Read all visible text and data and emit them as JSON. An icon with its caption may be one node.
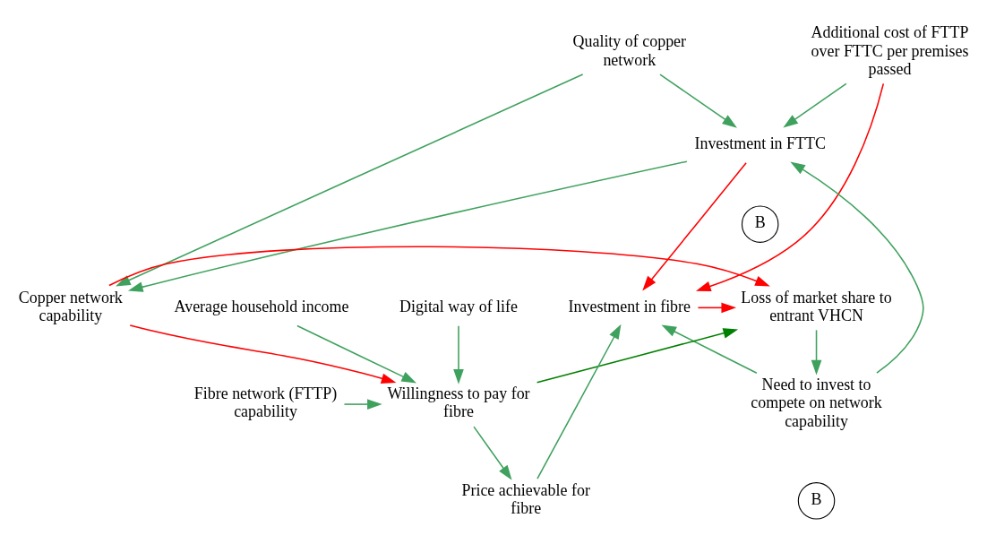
{
  "diagram": {
    "nodes": [
      {
        "text": [
          "Quality of copper network"
        ]
      },
      {
        "text": [
          "Investment in FTTC"
        ]
      },
      {
        "text": [
          "Additional cost of FTTP over FTTC per premises passed"
        ]
      },
      {
        "text": [
          "Copper network capability"
        ]
      },
      {
        "text": [
          "Loss of market share to entrant VHCN"
        ]
      },
      {
        "text": [
          "Need to invest to compete on network capability"
        ]
      },
      {
        "text": [
          "Investment in fibre"
        ]
      },
      {
        "text": [
          "Willingness to pay for fibre"
        ]
      },
      {
        "text": [
          "Fibre network (FTTP) capability"
        ]
      },
      {
        "text": [
          "Price achievable for fibre"
        ]
      },
      {
        "text": [
          "Average household income"
        ]
      },
      {
        "text": [
          "Digital way of life"
        ]
      }
    ],
    "edges": [
      {
        "from": 0,
        "to": 1,
        "arrow": "to"
      },
      {
        "from": 0,
        "to": 3,
        "arrow": "to"
      },
      {
        "from": 2,
        "to": 1,
        "arrow": "to"
      },
      {
        "from": 1,
        "to": 3,
        "arrow": "to"
      },
      {
        "from": 1,
        "to": 6,
        "arrow": "to",
        "color": "#ff0000"
      },
      {
        "from": 2,
        "to": 6,
        "arrow": "to",
        "color": "#ff0000"
      },
      {
        "from": 5,
        "to": 1,
        "arrow": "to"
      },
      {
        "from": 3,
        "to": 4,
        "arrow": "to",
        "color": "#ff0000"
      },
      {
        "from": 4,
        "to": 5,
        "arrow": "to"
      },
      {
        "from": 5,
        "to": 6,
        "arrow": "to"
      },
      {
        "from": 6,
        "to": 4,
        "arrow": "to",
        "color": "#ff0000"
      },
      {
        "from": 3,
        "to": 7,
        "arrow": "to",
        "color": "#ff0000"
      },
      {
        "from": 7,
        "to": 4,
        "arrow": "to",
        "color": "#008000"
      },
      {
        "from": 8,
        "to": 7,
        "arrow": "to"
      },
      {
        "from": 10,
        "to": 7,
        "arrow": "to"
      },
      {
        "from": 11,
        "to": 7,
        "arrow": "to"
      },
      {
        "from": 7,
        "to": 9,
        "arrow": "to"
      },
      {
        "from": 9,
        "to": 6,
        "arrow": "to"
      }
    ],
    "labels": [
      "B",
      "B"
    ]
  }
}
